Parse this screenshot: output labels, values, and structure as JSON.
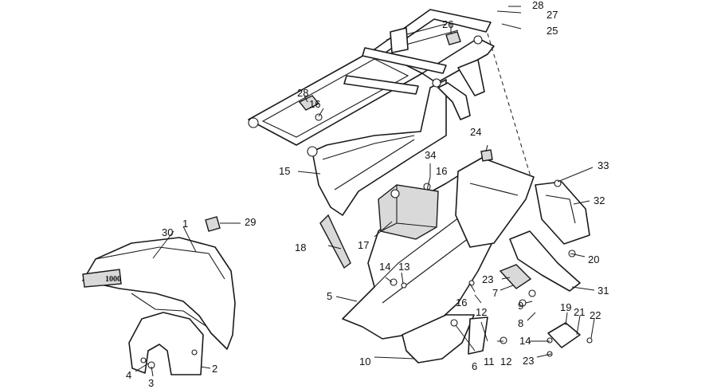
{
  "diagram": {
    "logo_text": "1000",
    "callouts": [
      {
        "id": "c1",
        "label": "1"
      },
      {
        "id": "c2",
        "label": "2"
      },
      {
        "id": "c3",
        "label": "3"
      },
      {
        "id": "c4",
        "label": "4"
      },
      {
        "id": "c5",
        "label": "5"
      },
      {
        "id": "c6",
        "label": "6"
      },
      {
        "id": "c7",
        "label": "7"
      },
      {
        "id": "c8",
        "label": "8"
      },
      {
        "id": "c9",
        "label": "9"
      },
      {
        "id": "c10",
        "label": "10"
      },
      {
        "id": "c11",
        "label": "11"
      },
      {
        "id": "c12a",
        "label": "12"
      },
      {
        "id": "c12b",
        "label": "12"
      },
      {
        "id": "c13",
        "label": "13"
      },
      {
        "id": "c14a",
        "label": "14"
      },
      {
        "id": "c14b",
        "label": "14"
      },
      {
        "id": "c15",
        "label": "15"
      },
      {
        "id": "c16a",
        "label": "16"
      },
      {
        "id": "c16b",
        "label": "16"
      },
      {
        "id": "c16c",
        "label": "16"
      },
      {
        "id": "c17",
        "label": "17"
      },
      {
        "id": "c18",
        "label": "18"
      },
      {
        "id": "c19",
        "label": "19"
      },
      {
        "id": "c20",
        "label": "20"
      },
      {
        "id": "c21",
        "label": "21"
      },
      {
        "id": "c22",
        "label": "22"
      },
      {
        "id": "c23a",
        "label": "23"
      },
      {
        "id": "c23b",
        "label": "23"
      },
      {
        "id": "c24",
        "label": "24"
      },
      {
        "id": "c25",
        "label": "25"
      },
      {
        "id": "c26",
        "label": "26"
      },
      {
        "id": "c27",
        "label": "27"
      },
      {
        "id": "c28a",
        "label": "28"
      },
      {
        "id": "c28b",
        "label": "28"
      },
      {
        "id": "c29",
        "label": "29"
      },
      {
        "id": "c30",
        "label": "30"
      },
      {
        "id": "c31",
        "label": "31"
      },
      {
        "id": "c32",
        "label": "32"
      },
      {
        "id": "c33",
        "label": "33"
      },
      {
        "id": "c34",
        "label": "34"
      }
    ]
  }
}
